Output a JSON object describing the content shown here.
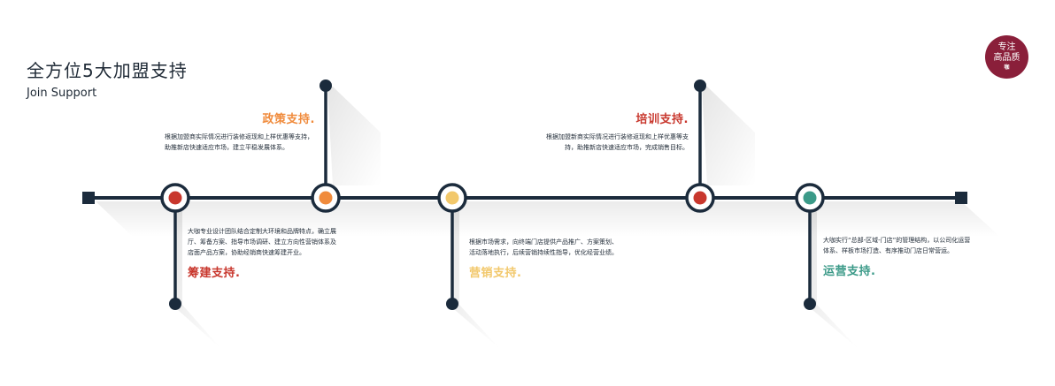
{
  "header": {
    "title": "全方位5大加盟支持",
    "subtitle": "Join Support"
  },
  "badge": {
    "line1": "专注",
    "line2": "高品质",
    "line3": "咖"
  },
  "colors": {
    "line": "#1b2b3c",
    "red": "#c8372d",
    "orange": "#f08b3c",
    "yellow": "#f2c86b",
    "teal": "#3b9a88",
    "badge": "#8a1f3a"
  },
  "supports": [
    {
      "title": "筹建支持.",
      "desc": "大咖专业设计团队结合定制大环境和品牌特点，确立展厅、筹备方案、指导市场调研、建立方向性营销体系及店面产品方案，协助经销商快速筹建开业。",
      "color": "red"
    },
    {
      "title": "政策支持.",
      "desc": "根据加盟商实际情况进行装修返现和上样优惠等支持，助推新店快速适应市场，建立平稳发展体系。",
      "color": "orange"
    },
    {
      "title": "营销支持.",
      "desc": "根据市场需求，向终端门店提供产品推广、方案策划、活动落地执行，后续营销持续性指导，优化经营业绩。",
      "color": "yellow"
    },
    {
      "title": "培训支持.",
      "desc": "根据加盟新商实际情况进行装修返现和上样优惠等支持，助推新店快速适应市场，完成销售目标。",
      "color": "red"
    },
    {
      "title": "运营支持.",
      "desc": "大咖实行“总部-区域-门店”的管理结构，以公司化运营体系、样板市场打造、有序推动门店日常营运。",
      "color": "teal"
    }
  ]
}
